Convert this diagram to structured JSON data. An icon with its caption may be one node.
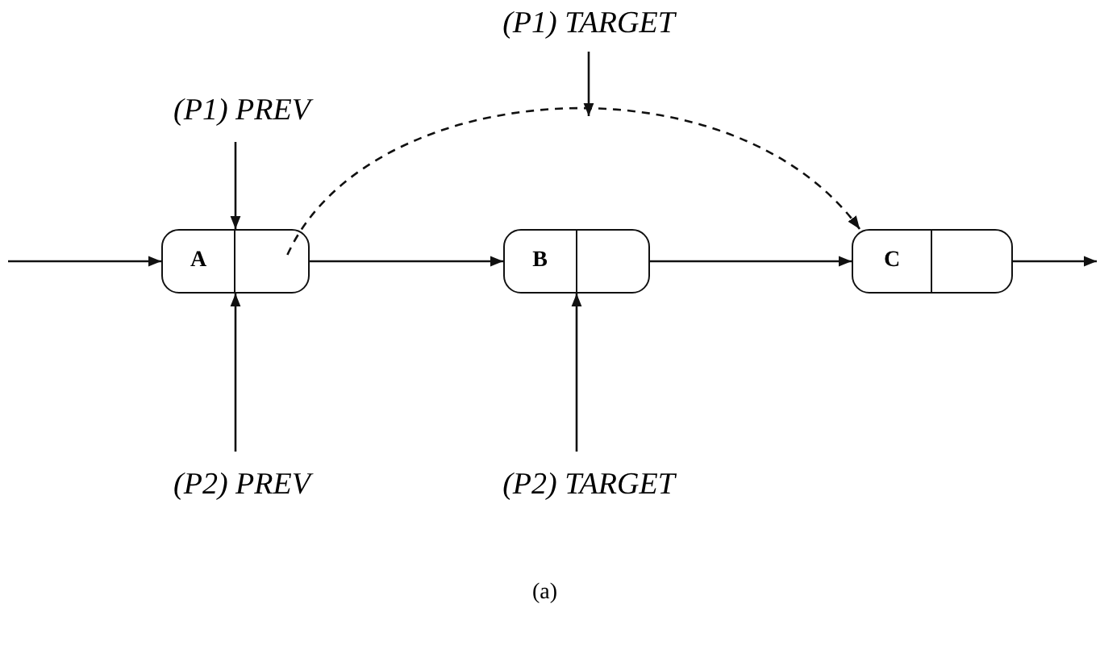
{
  "diagram": {
    "caption": "(a)",
    "nodes": [
      {
        "text": [
          "(P1) TARGET"
        ]
      },
      {
        "text": [
          "(P1) PREV"
        ]
      },
      {
        "text": [
          "A"
        ]
      },
      {
        "text": [
          "B"
        ]
      },
      {
        "text": [
          "C"
        ]
      },
      {
        "text": [
          "(P2) PREV"
        ]
      },
      {
        "text": [
          "(P2) TARGET"
        ]
      }
    ],
    "edges": [
      {
        "from": null,
        "to": 2,
        "arrow": "to"
      },
      {
        "from": 2,
        "to": 3,
        "arrow": "to"
      },
      {
        "from": 2,
        "to": 4,
        "arrow": "to",
        "style": "dashed"
      },
      {
        "from": 3,
        "to": 4,
        "arrow": "to"
      },
      {
        "from": 4,
        "to": null,
        "arrow": "to"
      },
      {
        "from": 1,
        "to": 2,
        "arrow": "to"
      },
      {
        "from": 5,
        "to": 2,
        "arrow": "to"
      },
      {
        "from": 0,
        "to": null,
        "arrow": "to"
      },
      {
        "from": 6,
        "to": 3,
        "arrow": "to"
      }
    ]
  }
}
